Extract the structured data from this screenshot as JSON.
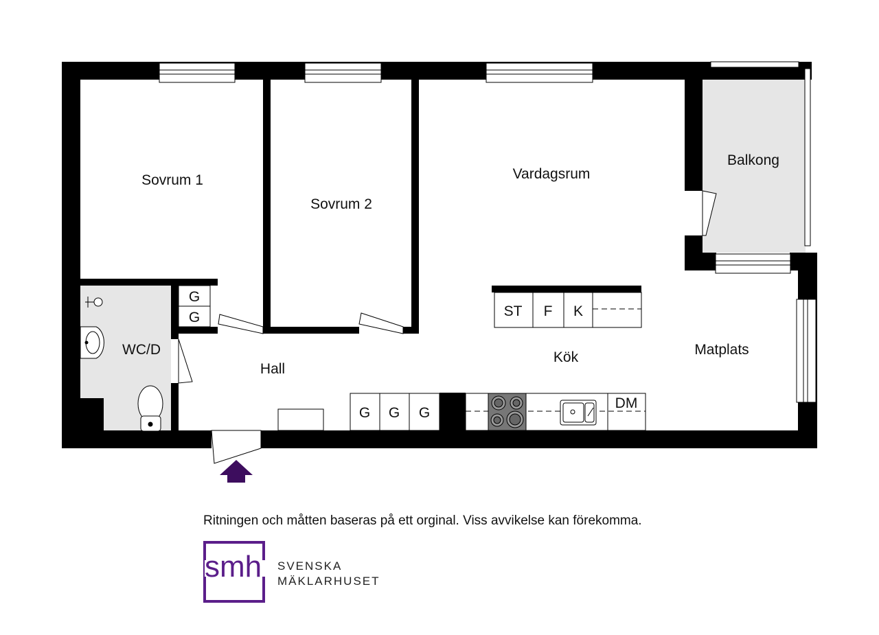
{
  "rooms": {
    "sovrum1": "Sovrum 1",
    "sovrum2": "Sovrum 2",
    "vardagsrum": "Vardagsrum",
    "balkong": "Balkong",
    "wc": "WC/D",
    "hall": "Hall",
    "kok": "Kök",
    "matplats": "Matplats"
  },
  "fixtures": {
    "hall_g1": "G",
    "hall_g2": "G",
    "st": "ST",
    "f": "F",
    "k": "K",
    "g1": "G",
    "g2": "G",
    "g3": "G",
    "dm": "DM"
  },
  "disclaimer": "Ritningen och måtten baseras på ett orginal. Viss avvikelse kan förekomma.",
  "logo": {
    "line1": "SVENSKA",
    "line2": "MÄKLARHUSET",
    "mark": "smh"
  },
  "colors": {
    "wall": "#000000",
    "wet_room": "#e6e6e6",
    "brand_purple": "#5b1e8a",
    "entrance_arrow": "#3d0d5e"
  }
}
